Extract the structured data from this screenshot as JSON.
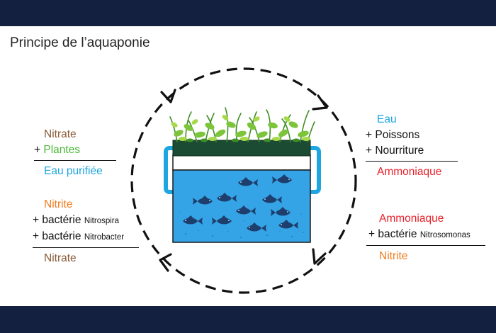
{
  "title": "Principe de l’aquaponie",
  "colors": {
    "header_bar": "#14203f",
    "cyan": "#1ea6e0",
    "green": "#4cb83a",
    "brown": "#8a5a36",
    "orange": "#f07c1e",
    "red": "#e8202a",
    "black": "#111111"
  },
  "top_left": {
    "line1": "Nitrate",
    "line2_prefix": "+ ",
    "line2_word": "Plantes",
    "result": "Eau purifiée"
  },
  "bottom_left": {
    "line1": "Nitrite",
    "line2_prefix": "+ bactérie ",
    "line2_small": "Nitrospira",
    "line3_prefix": "+ bactérie ",
    "line3_small": "Nitrobacter",
    "result": "Nitrate"
  },
  "top_right": {
    "line1": "Eau",
    "line2": "+ Poissons",
    "line3": "+ Nourriture",
    "result": "Ammoniaque"
  },
  "bottom_right": {
    "line1": "Ammoniaque",
    "line2_prefix": "+ bactérie ",
    "line2_small": "Nitrosomonas",
    "result": "Nitrite"
  },
  "icons": [
    "cycle-arrow-icon",
    "plant-icon",
    "fish-icon",
    "aquarium-icon"
  ]
}
